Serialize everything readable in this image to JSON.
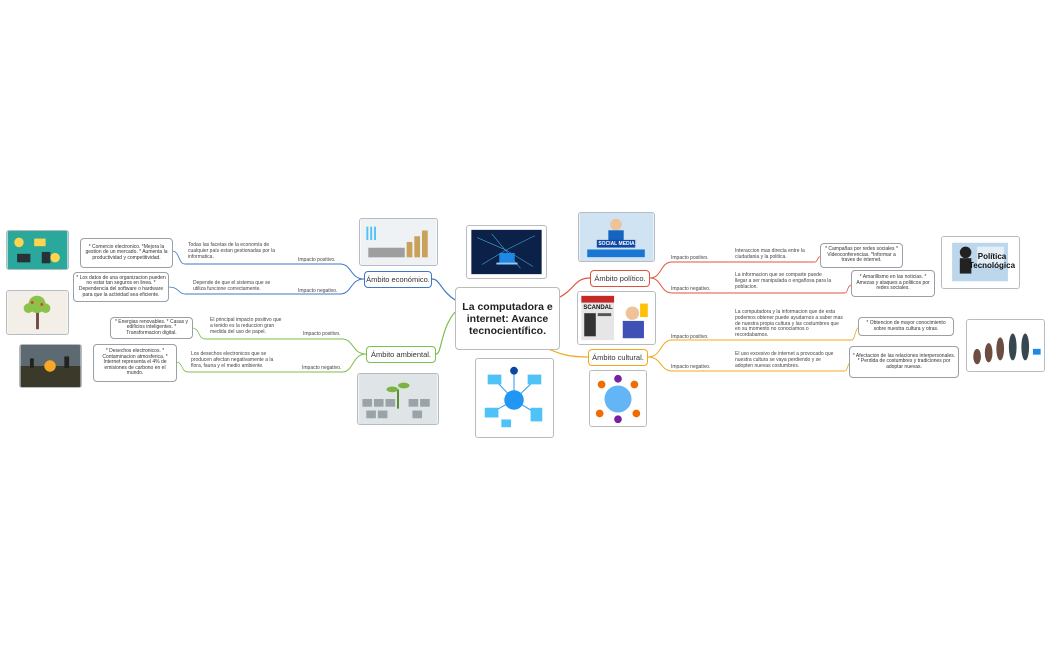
{
  "central": "La computadora e internet: Avance tecnocientífico.",
  "branches": {
    "economico": {
      "label": "Ámbito económico.",
      "positive_label": "Impacto positivo.",
      "positive_text": "Todas las facetas de la economía de cualquier país estan gestionadas por la informatica.",
      "positive_box": "* Comercio electronico. *Mejora la gestion de un mercado. * Aumenta la productividad y competitividad.",
      "negative_label": "Impacto negativo.",
      "negative_text": "Depende de que el sistema que se utiliza funcione correctamente.",
      "negative_box": "* Los datos de una organizacion pueden no estar tan seguros en linea. * Dependencia del software o hardware para que la actividad sea eficiente."
    },
    "ambiental": {
      "label": "Ámbito ambiental.",
      "positive_label": "Impacto positivo.",
      "positive_text": "El principal impacto positivo que a tenido es la reduccion gran medida del uso de papel.",
      "positive_box": "* Energias renovables. * Casas y edificios inteligentes. * Transformacion digital.",
      "negative_label": "Impacto negativo.",
      "negative_text": "Los desechos electronicos que se producen afectan negativamente a la flora, fauna y el medio ambiente.",
      "negative_box": "* Desechos electronicos. * Contaminacion atmosferica. * Internet representa el 4% de emisiones de carbono en el mundo."
    },
    "politico": {
      "label": "Ámbito político.",
      "positive_label": "Impacto positivo.",
      "positive_text": "Interaccion mas directa entre la ciudadania y la politica.",
      "positive_box": "* Campañas por redes sociales * Videoconferencias. *Informar a traves de internet.",
      "negative_label": "Impacto negativo.",
      "negative_text": "La informacion que se comparte puede llegar a ser manipulada o engañosa para la poblacion.",
      "negative_box": "* Amarillismo en las noticias. * Amezas y ataques a politicos por redes sociales."
    },
    "cultural": {
      "label": "Ámbito cultural.",
      "positive_label": "Impacto positivo.",
      "positive_text": "La computadora y la informacion que de esta podemos obtener puede ayudarnos a saber mas de nuestra propia cultura y las costumbres que en su momento no conociamos o recordabamos.",
      "positive_box": "* Obtencion de mayor conocimiento sobre nuestra cultura y otras.",
      "negative_label": "Impacto negativo.",
      "negative_text": "El uso excesivo de internet a provocado que nuestra cultura se vaya perdiendo y se adopten nuevas costumbres.",
      "negative_box": "* Afectacion de las relaciones interpersonales. * Perdida de costumbres y tradiciones por adoptar nuevas."
    }
  },
  "images": {
    "social_media": "SOCIAL MEDIA",
    "scandal": "SCANDAL",
    "politica": "Política Tecnológica"
  },
  "colors": {
    "economico": "#3b78c9",
    "ambiental": "#7cbf4a",
    "politico": "#e0533a",
    "cultural": "#f2a81d"
  }
}
